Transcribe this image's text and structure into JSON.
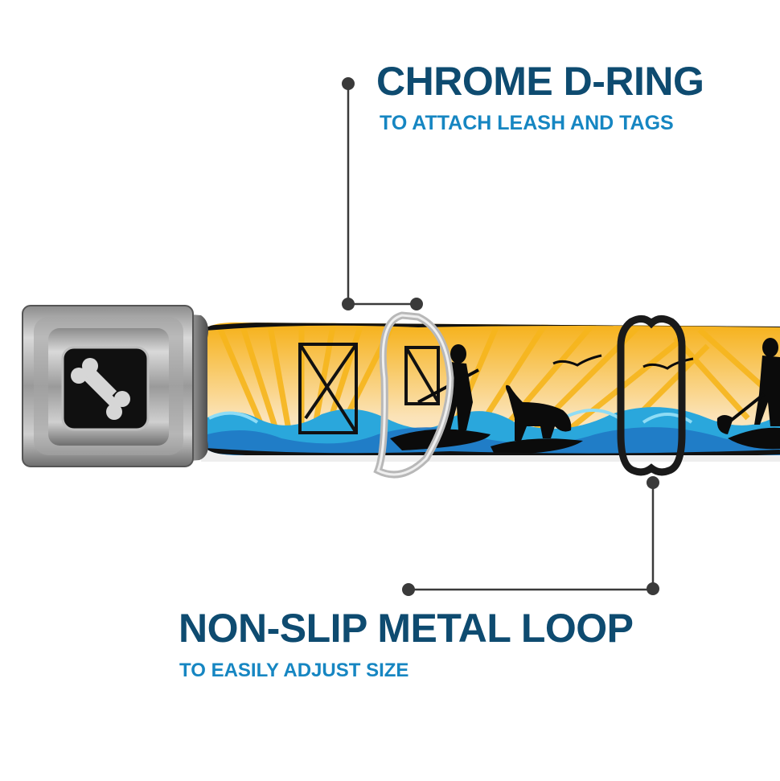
{
  "callouts": [
    {
      "id": "d-ring",
      "title": "CHROME D-RING",
      "subtitle": "TO ATTACH LEASH AND TAGS"
    },
    {
      "id": "metal-loop",
      "title": "NON-SLIP METAL LOOP",
      "subtitle": "TO EASILY ADJUST SIZE"
    }
  ],
  "product": {
    "buckle_logo": "bone-icon",
    "pattern": "paddleboarders-and-dog-at-sunset"
  },
  "colors": {
    "title": "#0e4b70",
    "subtitle": "#1686c2",
    "leader_line": "#3a3a3a",
    "sun_yellow": "#f5b21a",
    "wave_blue": "#29a9df"
  }
}
